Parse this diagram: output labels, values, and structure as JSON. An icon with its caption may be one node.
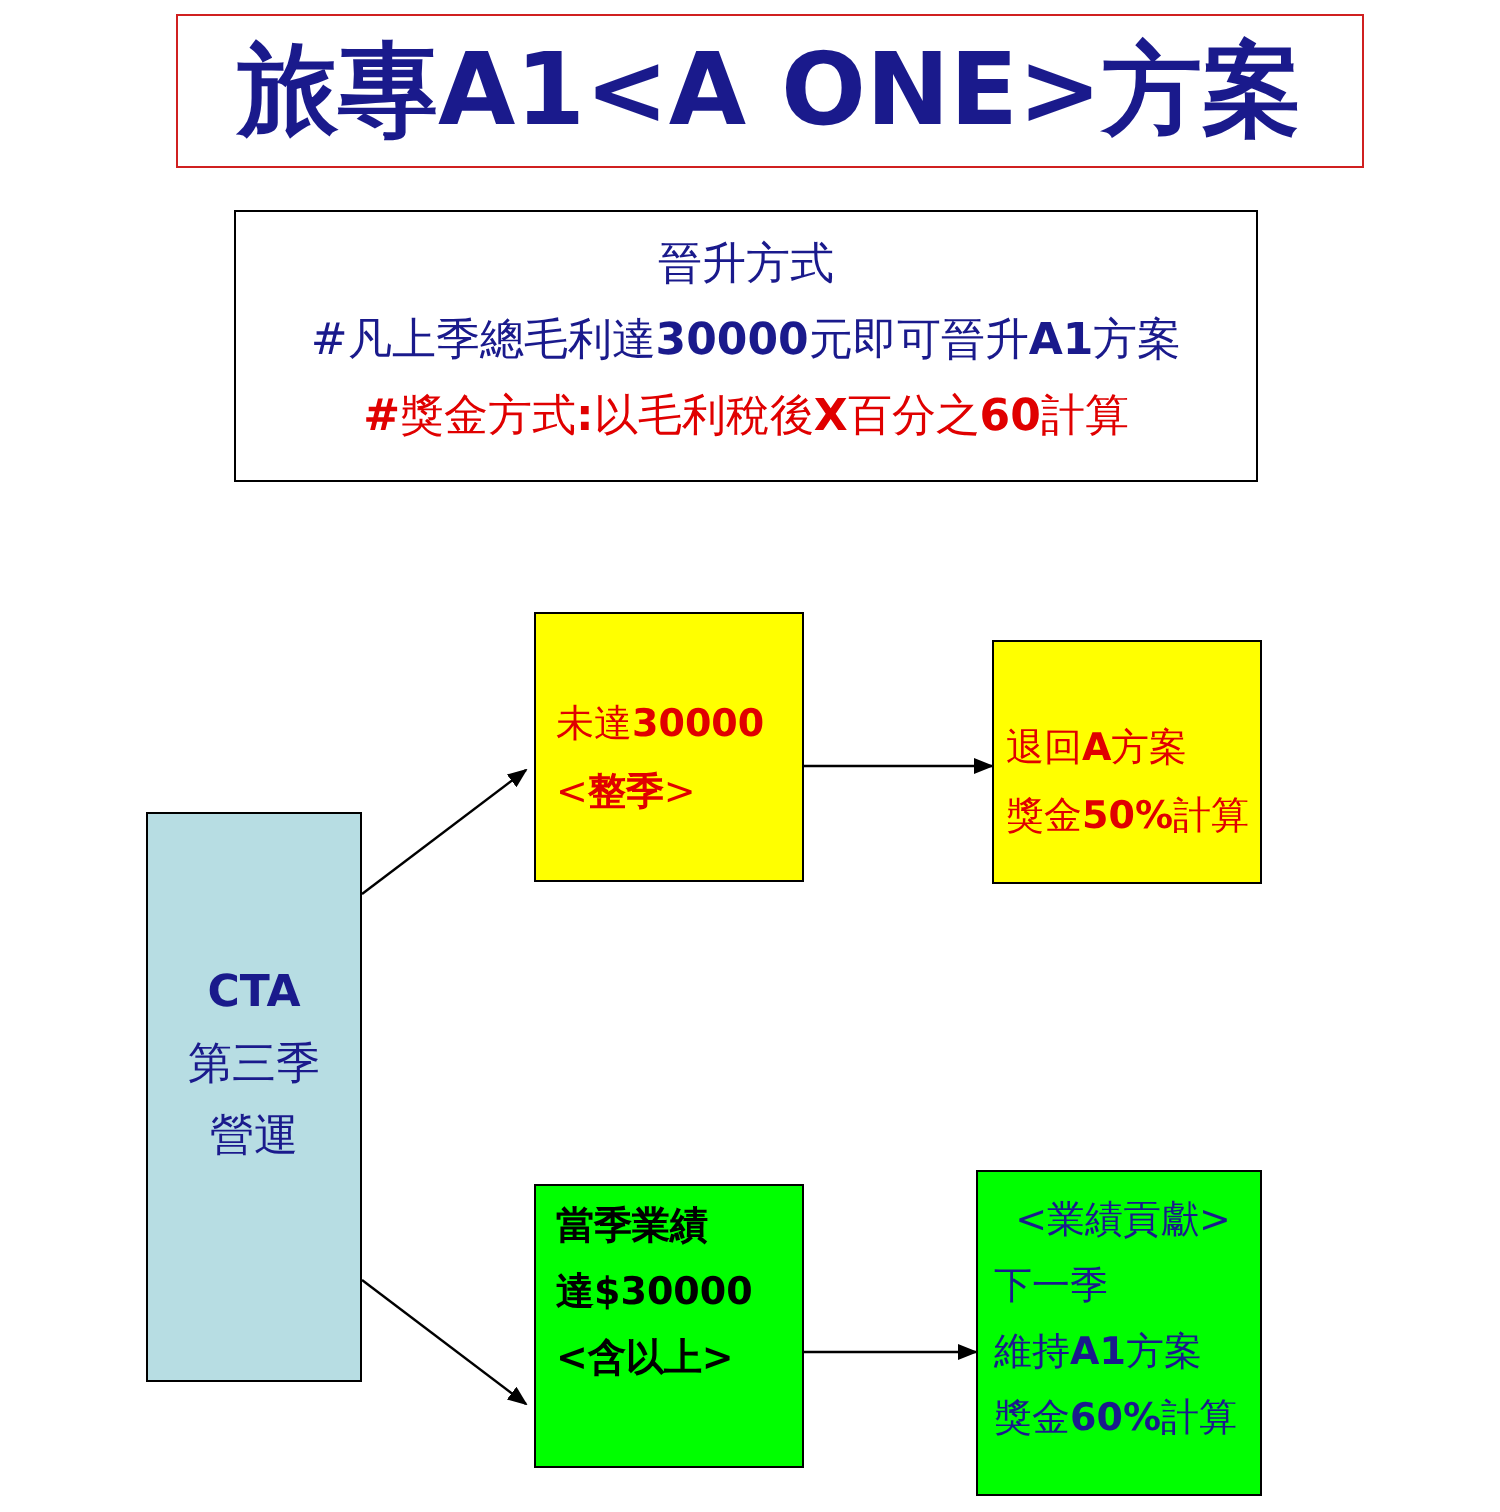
{
  "diagram": {
    "title": "旅專A1<A ONE>方案",
    "nodes": [
      {
        "text": [
          "晉升方式",
          "#凡上季總毛利達**30000**元即可晉升**A1**方案",
          "**#**獎金方式**:**以毛利稅後**X**百分之**60**計算"
        ]
      },
      {
        "text": [
          "CTA",
          "第三季",
          "營運"
        ]
      },
      {
        "text": [
          "未達**30000** <**整季**>"
        ]
      },
      {
        "text": [
          "退回**A**方案",
          "獎金**50%**計算"
        ]
      },
      {
        "text": [
          "當季業績",
          "達$30000",
          "<含以上>"
        ]
      },
      {
        "text": [
          "<業績貢獻>",
          "下一季",
          "維持**A1**方案",
          "獎金**60%**計算"
        ]
      }
    ],
    "edges": [
      {
        "from": 1,
        "to": 2,
        "arrow": "to"
      },
      {
        "from": 2,
        "to": 3,
        "arrow": "to"
      },
      {
        "from": 1,
        "to": 4,
        "arrow": "to"
      },
      {
        "from": 4,
        "to": 5,
        "arrow": "to"
      }
    ]
  }
}
